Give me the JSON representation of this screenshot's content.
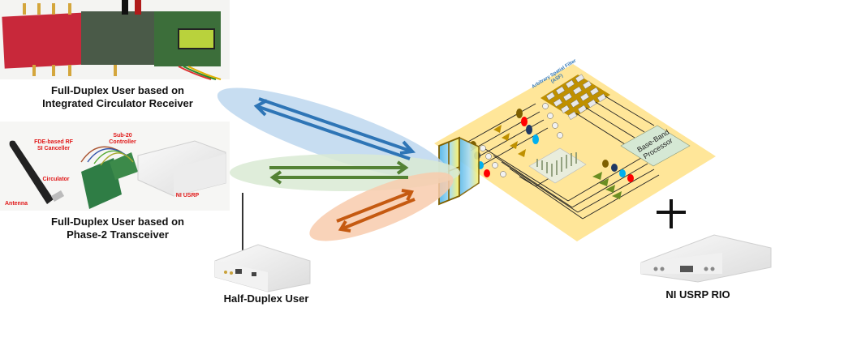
{
  "users": [
    {
      "id": "fd-icr",
      "caption_line1": "Full-Duplex User based on",
      "caption_line2": "Integrated Circulator Receiver",
      "link_color": "#2e75b6",
      "beam_color": "#bdd7ee"
    },
    {
      "id": "fd-phase2",
      "caption_line1": "Full-Duplex User based on",
      "caption_line2": "Phase-2 Transceiver",
      "link_color": "#548235",
      "beam_color": "#d9ead3",
      "annotations": {
        "fde": [
          "FDE-based RF",
          "SI Canceller"
        ],
        "sub20": [
          "Sub-20",
          "Controller"
        ],
        "circulator": "Circulator",
        "antenna": "Antenna",
        "usrp": "NI USRP"
      }
    },
    {
      "id": "hd",
      "caption": "Half-Duplex User",
      "link_color": "#c55a11",
      "beam_color": "#f8cbad"
    }
  ],
  "base_station": {
    "asf_title_line1": "Arbitrary Spatial Filter",
    "asf_title_line2": "(ASF)",
    "bbp_line1": "Base-Band",
    "bbp_line2": "Processor",
    "plane_color": "#ffe699",
    "asf_grid_color": "#bf9000",
    "plus_symbol": "+",
    "device_caption": "NI USRP RIO"
  },
  "colors": {
    "beam_dark_brown": "#7f6000",
    "beam_navy": "#1f3864",
    "beam_sky": "#00b0f0",
    "beam_red": "#ff0000",
    "bbp_fill": "#d5e8d4"
  }
}
